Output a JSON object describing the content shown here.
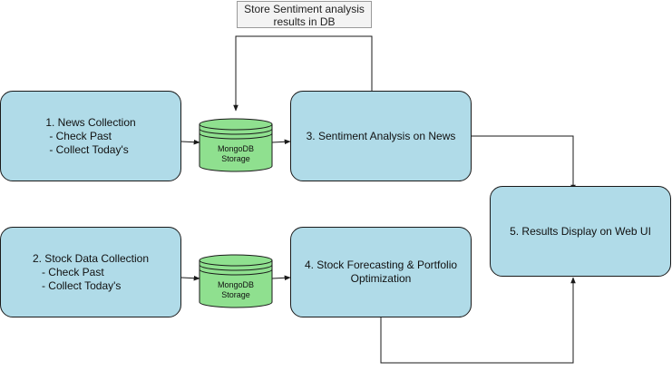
{
  "diagram": {
    "note": {
      "line1": "Store Sentiment analysis",
      "line2": "results in DB"
    },
    "nodes": {
      "news_collection": {
        "title": "1. News Collection",
        "items": [
          "- Check Past",
          "- Collect Today's"
        ]
      },
      "stock_collection": {
        "title": "2. Stock Data Collection",
        "items": [
          "- Check Past",
          "- Collect Today's"
        ]
      },
      "sentiment": {
        "title": "3. Sentiment Analysis on News"
      },
      "forecasting": {
        "line1": "4. Stock Forecasting & Portfolio",
        "line2": "Optimization"
      },
      "results": {
        "title": "5. Results Display on Web UI"
      }
    },
    "storage_top": {
      "line1": "MongoDB",
      "line2": "Storage"
    },
    "storage_bottom": {
      "line1": "MongoDB",
      "line2": "Storage"
    },
    "colors": {
      "process_fill": "#b0dbe8",
      "storage_fill": "#8fe08f",
      "note_fill": "#f3f3f3",
      "stroke": "#1a1a1a"
    }
  }
}
